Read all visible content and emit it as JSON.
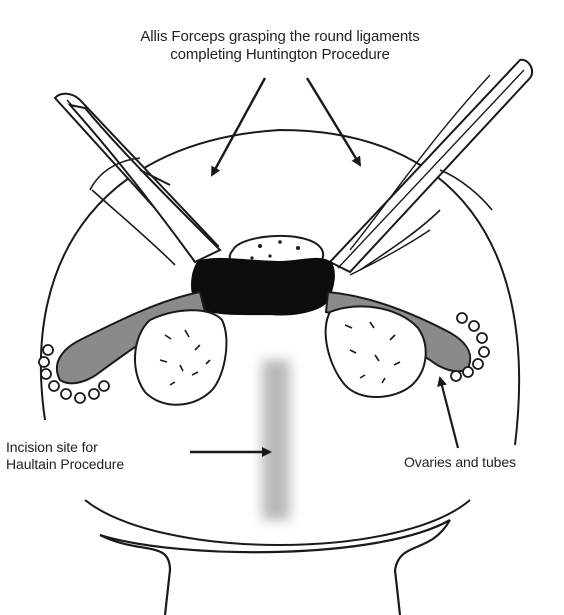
{
  "labels": {
    "forceps_line1": "Allis Forceps grasping the round ligaments",
    "forceps_line2": "completing Huntington Procedure",
    "incision_line1": "Incision site for",
    "incision_line2": "Haultain Procedure",
    "ovaries": "Ovaries and tubes"
  },
  "colors": {
    "ink": "#1a1a1a",
    "tube_fill": "#8a8a8a",
    "uterus_fill": "#0d0d0d",
    "incision_band": "#b8b8b8"
  }
}
